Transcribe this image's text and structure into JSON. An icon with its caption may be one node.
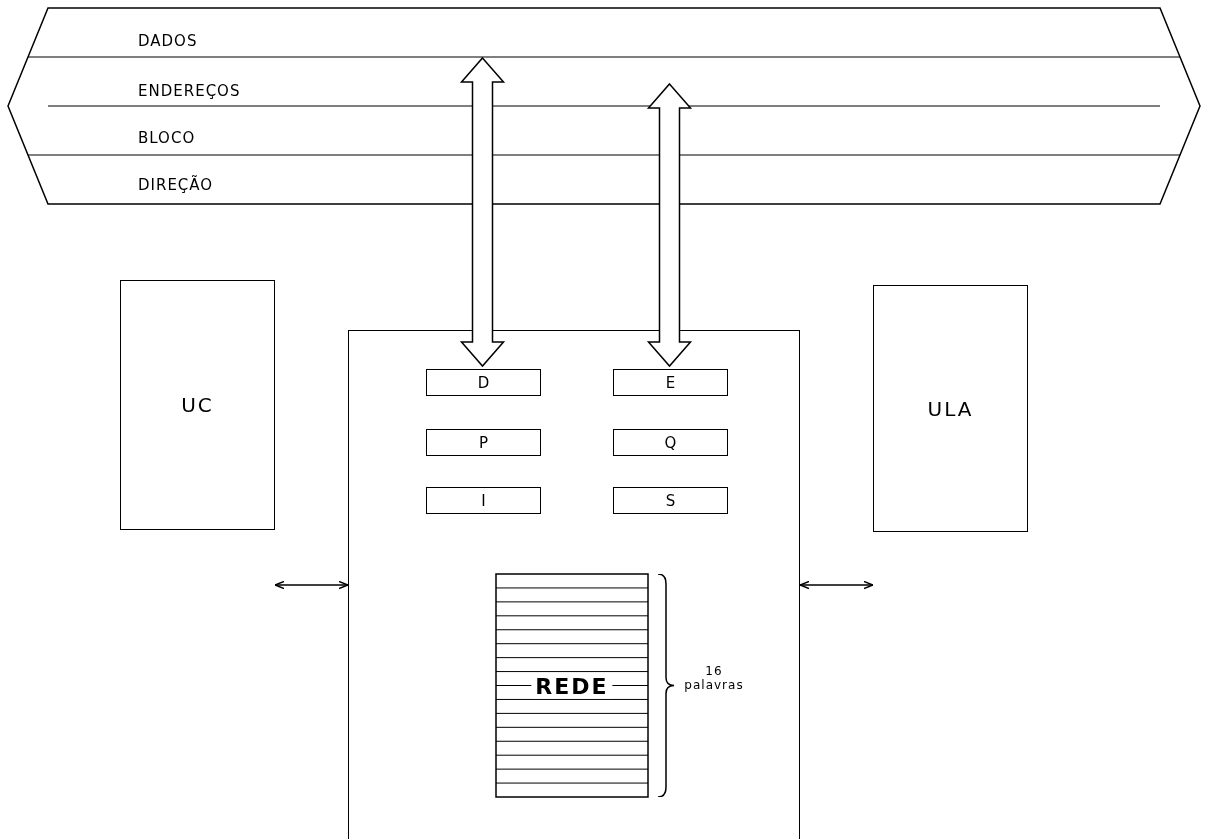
{
  "diagram": {
    "nodes": [
      {
        "text": [
          "DADOS",
          "ENDEREÇOS",
          "BLOCO",
          "DIREÇÃO"
        ]
      },
      {
        "text": [],
        "shape": "box"
      },
      {
        "text": [
          "D"
        ],
        "in": 1
      },
      {
        "text": [
          "E"
        ],
        "in": 1
      },
      {
        "text": [
          "P"
        ],
        "in": 1
      },
      {
        "text": [
          "Q"
        ],
        "in": 1
      },
      {
        "text": [
          "I"
        ],
        "in": 1
      },
      {
        "text": [
          "S"
        ],
        "in": 1
      },
      {
        "text": [
          "REDE"
        ],
        "in": 1,
        "beside": [
          "16 palavras"
        ]
      },
      {
        "text": [
          "UC"
        ]
      },
      {
        "text": [
          "ULA"
        ]
      }
    ],
    "edges": [
      {
        "from": 2,
        "to": 0,
        "arrow": "both",
        "style": "thick"
      },
      {
        "from": 3,
        "to": 0,
        "arrow": "both",
        "style": "thick"
      },
      {
        "from": 9,
        "to": 1,
        "arrow": "both"
      },
      {
        "from": 1,
        "to": 10,
        "arrow": "both"
      }
    ]
  }
}
